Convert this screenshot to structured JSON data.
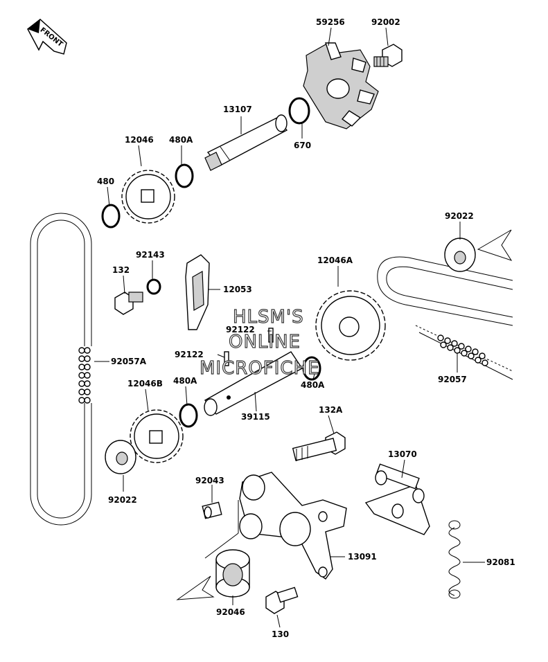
{
  "front_label": "FRONT",
  "watermark": [
    "HLSM'S",
    "ONLINE",
    "MICROFICHE"
  ],
  "parts": {
    "p59256": "59256",
    "p92002": "92002",
    "p13107": "13107",
    "p670": "670",
    "p12046": "12046",
    "p480A_top": "480A",
    "p480": "480",
    "p92022_right": "92022",
    "p92143": "92143",
    "p132": "132",
    "p12053": "12053",
    "p12046A": "12046A",
    "p92122_a": "92122",
    "p92122_b": "92122",
    "p92057A": "92057A",
    "p480A_mid": "480A",
    "p12046B": "12046B",
    "p480A_low": "480A",
    "p39115": "39115",
    "p92057": "92057",
    "p132A": "132A",
    "p13070": "13070",
    "p92022_left": "92022",
    "p92043": "92043",
    "p13091": "13091",
    "p92081": "92081",
    "p92046": "92046",
    "p130": "130"
  }
}
